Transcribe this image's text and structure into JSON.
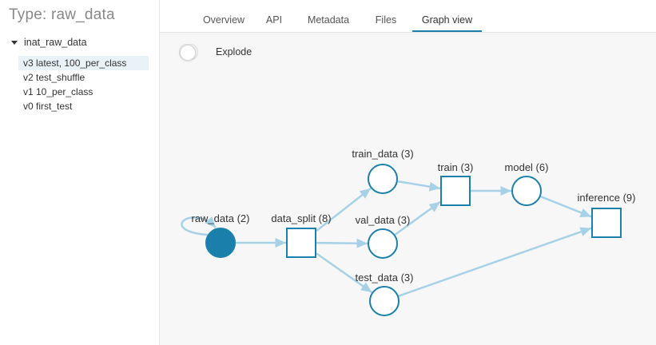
{
  "sidebar": {
    "type_title": "Type: raw_data",
    "artifact_name": "inat_raw_data",
    "versions": [
      {
        "label": "v3 latest, 100_per_class",
        "selected": true
      },
      {
        "label": "v2 test_shuffle"
      },
      {
        "label": "v1 10_per_class"
      },
      {
        "label": "v0 first_test"
      }
    ]
  },
  "tabs": [
    "Overview",
    "API",
    "Metadata",
    "Files",
    "Graph view"
  ],
  "active_tab": "Graph view",
  "explode": {
    "label": "Explode",
    "enabled": false
  },
  "graph": {
    "nodes": {
      "raw_data": {
        "label": "raw_data (2)",
        "shape": "circle",
        "filled": true
      },
      "data_split": {
        "label": "data_split (8)",
        "shape": "square"
      },
      "train_data": {
        "label": "train_data (3)",
        "shape": "circle"
      },
      "val_data": {
        "label": "val_data (3)",
        "shape": "circle"
      },
      "test_data": {
        "label": "test_data (3)",
        "shape": "circle"
      },
      "train": {
        "label": "train (3)",
        "shape": "square"
      },
      "model": {
        "label": "model (6)",
        "shape": "circle"
      },
      "inference": {
        "label": "inference (9)",
        "shape": "square"
      }
    },
    "edges": [
      [
        "raw_data",
        "raw_data"
      ],
      [
        "raw_data",
        "data_split"
      ],
      [
        "data_split",
        "train_data"
      ],
      [
        "data_split",
        "val_data"
      ],
      [
        "data_split",
        "test_data"
      ],
      [
        "train_data",
        "train"
      ],
      [
        "val_data",
        "train"
      ],
      [
        "train",
        "model"
      ],
      [
        "model",
        "inference"
      ],
      [
        "test_data",
        "inference"
      ]
    ]
  },
  "colors": {
    "node_stroke": "#1b80ab",
    "node_fill_filled": "#1a7fab",
    "edge": "#a7d1e6",
    "tab_active_underline": "#1f7fa8",
    "selected_version_bg": "#e9f2f7"
  }
}
